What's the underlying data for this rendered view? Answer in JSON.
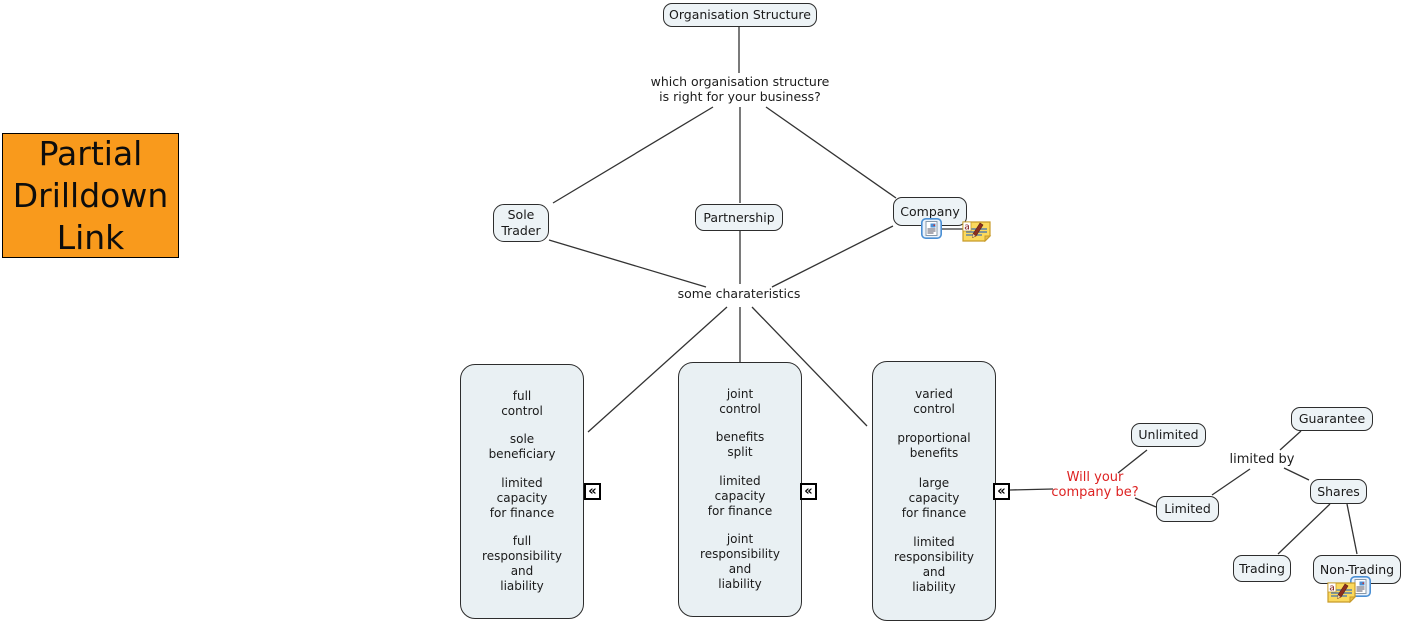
{
  "colors": {
    "accent_orange": "#f99a1c",
    "question_red": "#dd2222",
    "node_fill": "#edf3f6",
    "box_fill": "#e9f0f3",
    "line": "#333333"
  },
  "title_card": {
    "label": "Partial Drilldown Link"
  },
  "map": {
    "root": {
      "label": "Organisation Structure"
    },
    "question_label": "which organisation  structure\nis right for your business?",
    "branch_nodes": [
      {
        "label": "Sole\nTrader"
      },
      {
        "label": "Partnership"
      },
      {
        "label": "Company"
      }
    ],
    "characteristics_label": "some charateristics",
    "characteristic_boxes": [
      {
        "groups": [
          "full\ncontrol",
          "sole\nbeneficiary",
          "limited\ncapacity\nfor finance",
          "full\nresponsibility\nand\nliability"
        ]
      },
      {
        "groups": [
          "joint\ncontrol",
          "benefits\nsplit",
          "limited\ncapacity\nfor finance",
          "joint\nresponsibility\nand\nliability"
        ]
      },
      {
        "groups": [
          "varied\ncontrol",
          "proportional\nbenefits",
          "large\ncapacity\nfor finance",
          "limited\nresponsibility\nand\nliability"
        ]
      }
    ],
    "collapse_glyph": "«",
    "company_question_label": "Will your\ncompany be?",
    "company_type_nodes": [
      {
        "label": "Unlimited"
      },
      {
        "label": "Limited"
      }
    ],
    "limited_by_label": "limited by",
    "limited_by_nodes": [
      {
        "label": "Guarantee"
      },
      {
        "label": "Shares"
      }
    ],
    "shares_nodes": [
      {
        "label": "Trading"
      },
      {
        "label": "Non-Trading"
      }
    ],
    "note_icon_letter": "a"
  }
}
